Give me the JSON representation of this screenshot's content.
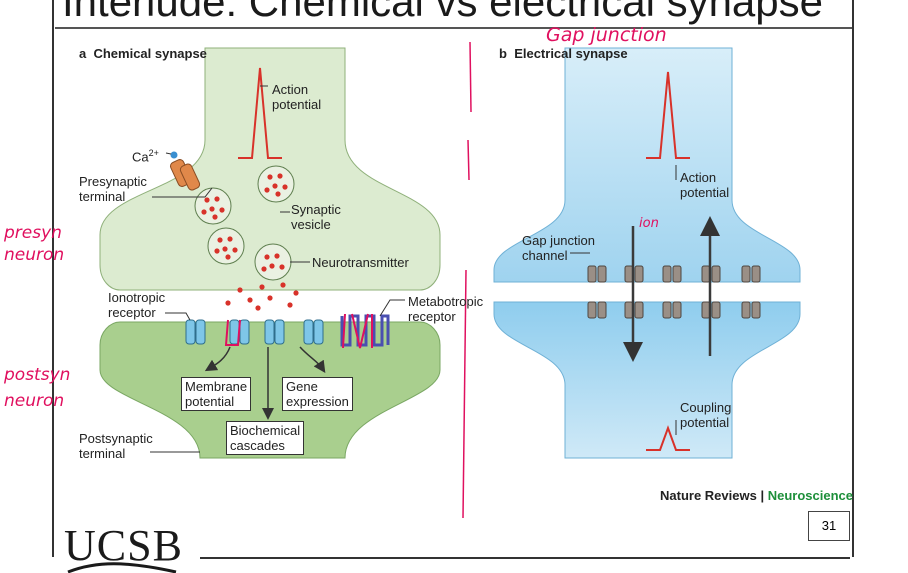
{
  "slide": {
    "title": "Interlude: Chemical vs electrical synapse",
    "page_number": "31",
    "logo_text": "UCSB",
    "credit_publisher": "Nature Reviews",
    "credit_separator": " | ",
    "credit_journal": "Neuroscience"
  },
  "panel_a": {
    "letter": "a",
    "heading": "Chemical synapse",
    "action_potential": [
      "Action",
      "potential"
    ],
    "calcium": "Ca",
    "calcium_charge": "2+",
    "presynaptic_terminal": [
      "Presynaptic",
      "terminal"
    ],
    "synaptic_vesicle": [
      "Synaptic",
      "vesicle"
    ],
    "neurotransmitter": "Neurotransmitter",
    "ionotropic_receptor": [
      "Ionotropic",
      "receptor"
    ],
    "metabotropic_receptor": [
      "Metabotropic",
      "receptor"
    ],
    "membrane_potential": [
      "Membrane",
      "potential"
    ],
    "gene_expression": [
      "Gene",
      "expression"
    ],
    "biochemical_cascades": [
      "Biochemical",
      "cascades"
    ],
    "postsynaptic_terminal": [
      "Postsynaptic",
      "terminal"
    ]
  },
  "panel_b": {
    "letter": "b",
    "heading": "Electrical synapse",
    "action_potential": [
      "Action",
      "potential"
    ],
    "gap_junction_channel": [
      "Gap junction",
      "channel"
    ],
    "coupling_potential": [
      "Coupling",
      "potential"
    ]
  },
  "annotations": {
    "gap_junction": "Gap junction",
    "ion": "ion",
    "presyn_neuron": [
      "presyn",
      "neuron"
    ],
    "postsyn_neuron": [
      "postsyn",
      "neuron"
    ]
  },
  "colors": {
    "presynaptic_green": "#dcebd0",
    "postsynaptic_green": "#a9cf8e",
    "electrical_blue_light": "#c9e6f5",
    "electrical_blue_dark": "#7fc4e8",
    "annotation_pink": "#e0105f",
    "vesicle_red": "#d8322a",
    "spike_red": "#d8322a"
  }
}
